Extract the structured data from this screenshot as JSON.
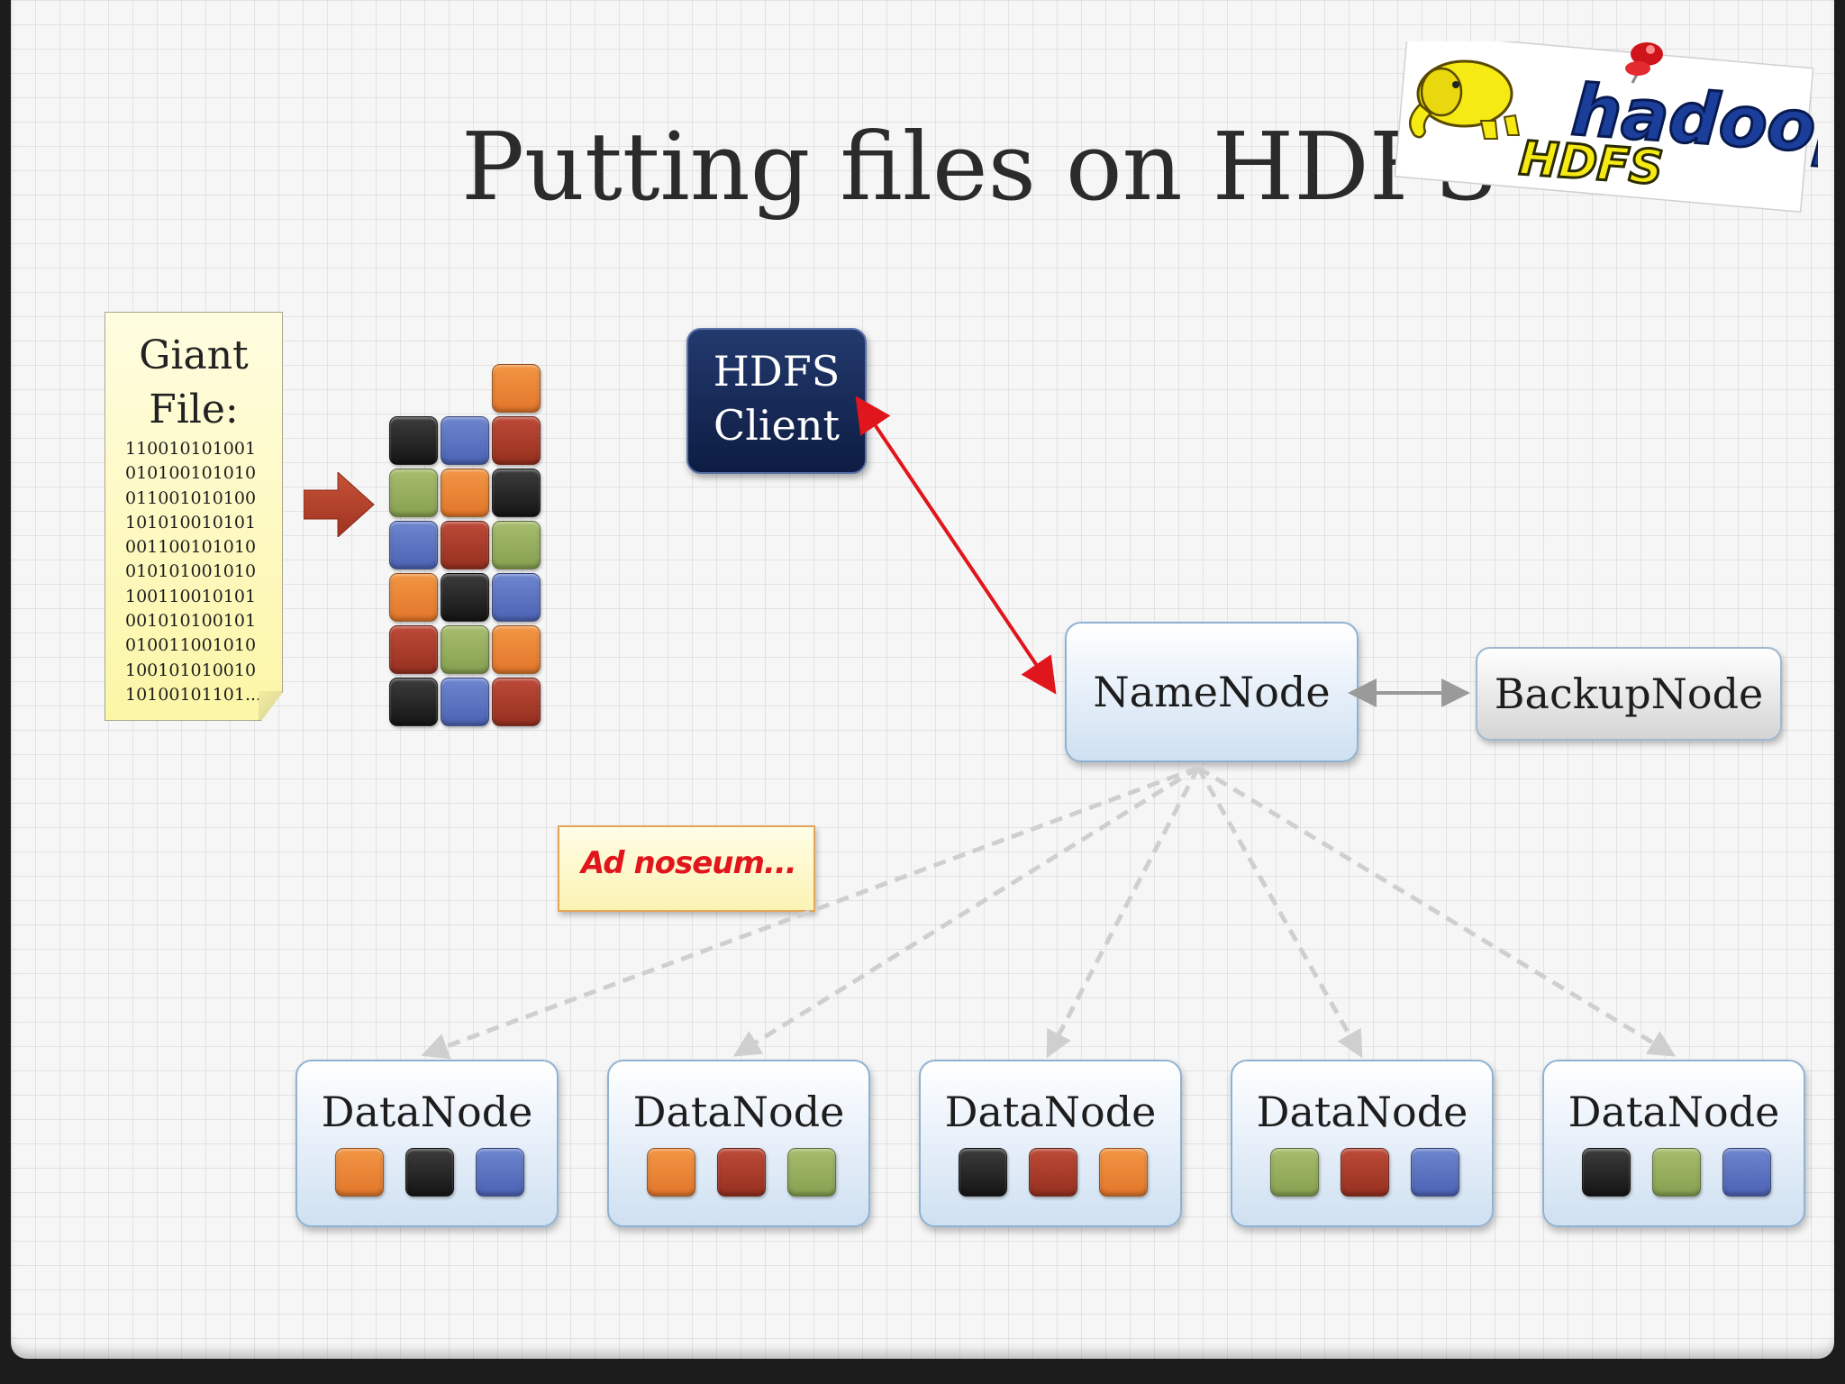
{
  "slide": {
    "title": "Putting files on HDFS"
  },
  "giant_file": {
    "title_line1": "Giant",
    "title_line2": "File:",
    "binary_lines": [
      "110010101001",
      "010100101010",
      "011001010100",
      "101010010101",
      "001100101010",
      "010101001010",
      "100110010101",
      "001010100101",
      "010011001010",
      "100101010010",
      "10100101101..."
    ]
  },
  "file_blocks": {
    "rows": [
      [
        "",
        "",
        "orange"
      ],
      [
        "black",
        "blue",
        "red"
      ],
      [
        "green",
        "orange",
        "black"
      ],
      [
        "blue",
        "red",
        "green"
      ],
      [
        "orange",
        "black",
        "blue"
      ],
      [
        "red",
        "green",
        "orange"
      ],
      [
        "black",
        "blue",
        "red"
      ]
    ]
  },
  "nodes": {
    "hdfs_client_line1": "HDFS",
    "hdfs_client_line2": "Client",
    "namenode": "NameNode",
    "backupnode": "BackupNode"
  },
  "datanodes": [
    {
      "label": "DataNode",
      "blocks": [
        "orange",
        "black",
        "blue"
      ]
    },
    {
      "label": "DataNode",
      "blocks": [
        "orange",
        "red",
        "green"
      ]
    },
    {
      "label": "DataNode",
      "blocks": [
        "black",
        "red",
        "orange"
      ]
    },
    {
      "label": "DataNode",
      "blocks": [
        "green",
        "red",
        "blue"
      ]
    },
    {
      "label": "DataNode",
      "blocks": [
        "black",
        "green",
        "blue"
      ]
    }
  ],
  "note": {
    "text": "Ad noseum..."
  },
  "logo": {
    "word": "hadoop",
    "subword": "HDFS"
  },
  "colors": {
    "black": "#1f1f1f",
    "blue": "#5a70c0",
    "red": "#a83a2a",
    "green": "#95ad5e",
    "orange": "#ea8535",
    "arrow_red": "#b8402c",
    "client_navy": "#13255a",
    "link_red": "#e0161c"
  }
}
